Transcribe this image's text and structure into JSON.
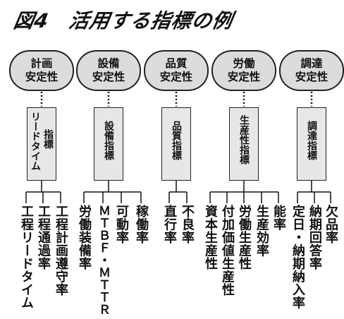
{
  "title": "図4　活用する指標の例",
  "columns": [
    {
      "cap": [
        "計画",
        "安定性"
      ],
      "box": [
        "指標",
        "リードタイム"
      ],
      "leaves": [
        "工程リードタイム",
        "工程通過率",
        "工程計画遵守率"
      ]
    },
    {
      "cap": [
        "設備",
        "安定性"
      ],
      "box": [
        "設備指標"
      ],
      "leaves": [
        "労働装備率",
        "ＭＴＢＦ・ＭＴＴＲ",
        "可動率",
        "稼働率"
      ]
    },
    {
      "cap": [
        "品質",
        "安定性"
      ],
      "box": [
        "品質指標"
      ],
      "leaves": [
        "直行率",
        "不良率"
      ]
    },
    {
      "cap": [
        "労働",
        "安定性"
      ],
      "box": [
        "生産性指標"
      ],
      "leaves": [
        "資本生産性",
        "付加価値生産性",
        "労働生産性",
        "生産効率",
        "能率"
      ]
    },
    {
      "cap": [
        "調達",
        "安定性"
      ],
      "box": [
        "調達指標"
      ],
      "leaves": [
        "定日・納期納入率",
        "納期回答率",
        "欠品率"
      ]
    }
  ]
}
